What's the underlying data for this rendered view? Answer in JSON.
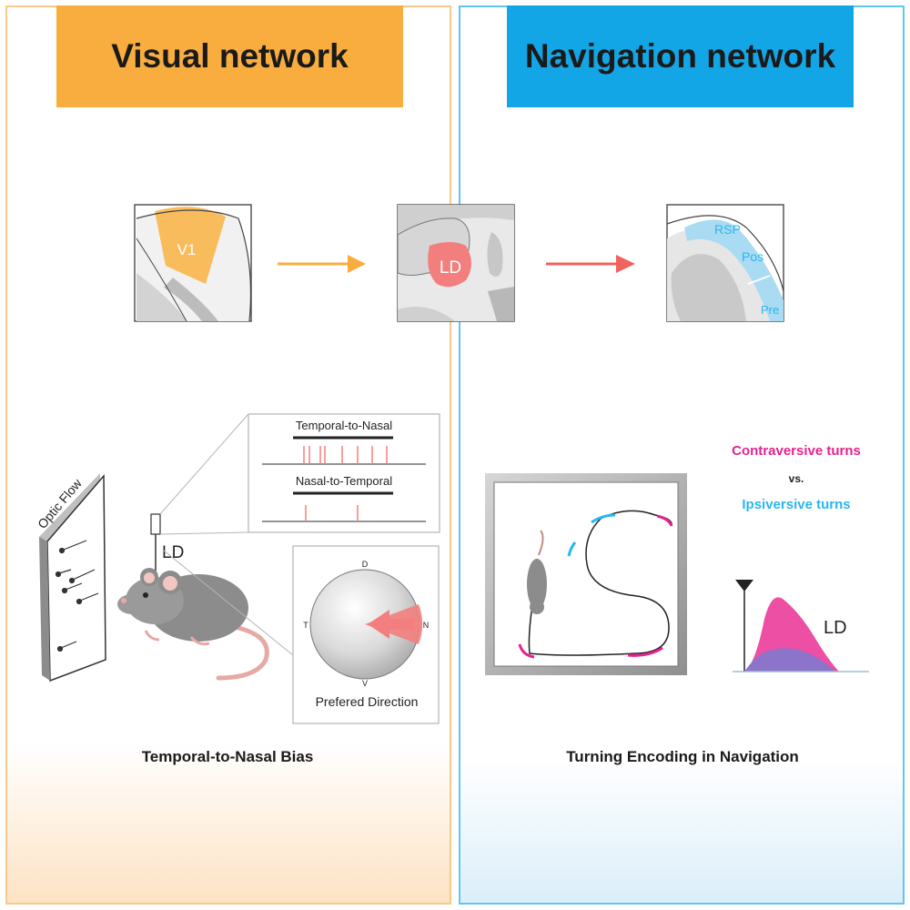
{
  "banners": {
    "visual": "Visual network",
    "navigation": "Navigation network"
  },
  "brain_sections": {
    "v1_label": "V1",
    "ld_label": "LD",
    "rsp_label": "RSP",
    "pos_label": "Pos",
    "pre_label": "Pre"
  },
  "left_figure": {
    "optic_flow_label": "Optic Flow",
    "ld_probe_label": "LD",
    "raster_top_label": "Temporal-to-Nasal",
    "raster_bottom_label": "Nasal-to-Temporal",
    "polar_d": "D",
    "polar_v": "V",
    "polar_t": "T",
    "polar_n": "N",
    "polar_caption": "Prefered Direction",
    "caption": "Temporal-to-Nasal Bias"
  },
  "right_figure": {
    "legend_contra": "Contraversive turns",
    "legend_vs": "vs.",
    "legend_ipsi": "Ipsiversive turns",
    "ld_label": "LD",
    "caption": "Turning Encoding in Navigation"
  },
  "colors": {
    "visual_accent": "#f9ad3e",
    "navigation_accent": "#13a6e6",
    "ld_red": "#f07a7a",
    "contra_magenta": "#e6228f",
    "ipsi_cyan": "#29b6ef"
  }
}
